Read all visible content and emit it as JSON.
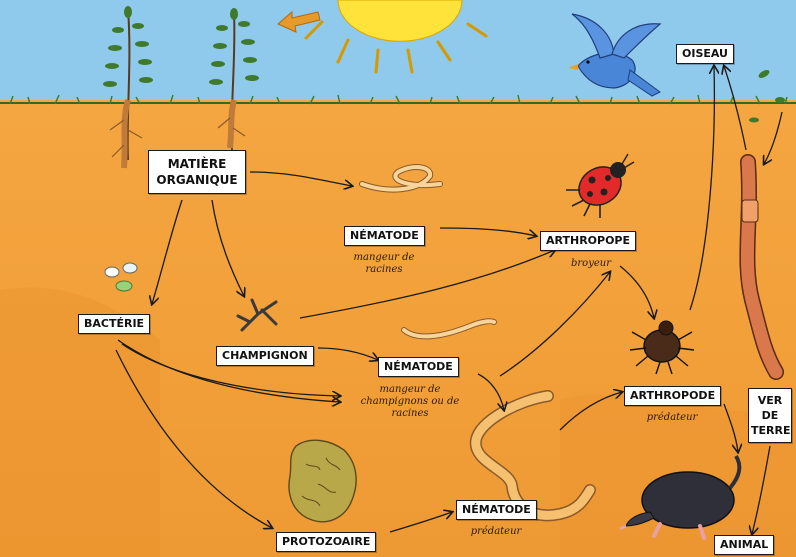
{
  "colors": {
    "sky": "#8fc9ec",
    "soil": "#f0a03a",
    "soil_dark": "#e08a2a",
    "sun": "#ffe23a",
    "label_bg": "#ffffff",
    "outline": "#1a1a1a"
  },
  "nodes": {
    "matiere": {
      "line1": "MATIÈRE",
      "line2": "ORGANIQUE"
    },
    "nematode_racines": {
      "label": "NÉMATODE",
      "note1": "mangeur de",
      "note2": "racines"
    },
    "arthropode_broyeur": {
      "label": "ARTHROPOPE",
      "note": "broyeur"
    },
    "bacterie": {
      "label": "BACTÉRIE"
    },
    "champignon": {
      "label": "CHAMPIGNON"
    },
    "nematode_champignons": {
      "label": "NÉMATODE",
      "note1": "mangeur de",
      "note2": "champignons ou de",
      "note3": "racines"
    },
    "arthropode_predateur": {
      "label": "ARTHROPODE",
      "note": "prédateur"
    },
    "ver_de_terre": {
      "line1": "VER",
      "line2": "DE",
      "line3": "TERRE"
    },
    "protozoaire": {
      "label": "PROTOZOAIRE"
    },
    "nematode_predateur": {
      "label": "NÉMATODE",
      "note": "prédateur"
    },
    "animal": {
      "label": "ANIMAL"
    },
    "oiseau": {
      "label": "OISEAU"
    }
  },
  "organisms": [
    "sun-icon",
    "plant-icon",
    "bird-icon",
    "ladybug-icon",
    "mite-icon",
    "earthworm-icon",
    "mole-icon",
    "nematode-icon",
    "fungus-icon",
    "bacteria-icon",
    "protozoa-icon"
  ]
}
